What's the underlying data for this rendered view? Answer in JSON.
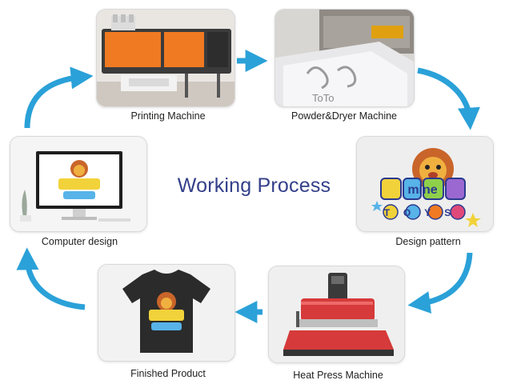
{
  "title": "Working Process",
  "colors": {
    "arrow": "#2aa1d8",
    "title": "#34408a",
    "machine_orange": "#f07a22",
    "press_red": "#d63a3a"
  },
  "steps": [
    {
      "label": "Printing Machine",
      "icon": "printing-machine-photo"
    },
    {
      "label": "Powder&Dryer Machine",
      "icon": "powder-dryer-photo"
    },
    {
      "label": "Design pattern",
      "icon": "design-pattern-photo"
    },
    {
      "label": "Heat Press Machine",
      "icon": "heat-press-photo"
    },
    {
      "label": "Finished Product",
      "icon": "tshirt-photo"
    },
    {
      "label": "Computer design",
      "icon": "computer-monitor-photo"
    }
  ],
  "artwork_text": {
    "top": "mine",
    "bottom": "TOYS"
  }
}
